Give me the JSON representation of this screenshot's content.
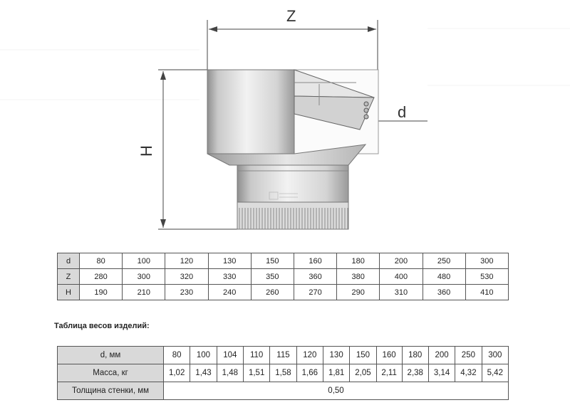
{
  "drawing": {
    "dim_z": "Z",
    "dim_h": "H",
    "dim_d": "d"
  },
  "dims_table": {
    "rows": [
      {
        "label": "d",
        "values": [
          "80",
          "100",
          "120",
          "130",
          "150",
          "160",
          "180",
          "200",
          "250",
          "300"
        ]
      },
      {
        "label": "Z",
        "values": [
          "280",
          "300",
          "320",
          "330",
          "350",
          "360",
          "380",
          "400",
          "480",
          "530"
        ]
      },
      {
        "label": "H",
        "values": [
          "190",
          "210",
          "230",
          "240",
          "260",
          "270",
          "290",
          "310",
          "360",
          "410"
        ]
      }
    ]
  },
  "weights": {
    "title": "Таблица весов изделий:",
    "d_label": "d, мм",
    "d_values": [
      "80",
      "100",
      "104",
      "110",
      "115",
      "120",
      "130",
      "150",
      "160",
      "180",
      "200",
      "250",
      "300"
    ],
    "mass_label": "Масса, кг",
    "mass_values": [
      "1,02",
      "1,43",
      "1,48",
      "1,51",
      "1,58",
      "1,66",
      "1,81",
      "2,05",
      "2,11",
      "2,38",
      "3,14",
      "4,32",
      "5,42"
    ],
    "wall_label": "Толщина стенки, мм",
    "wall_value": "0,50"
  }
}
